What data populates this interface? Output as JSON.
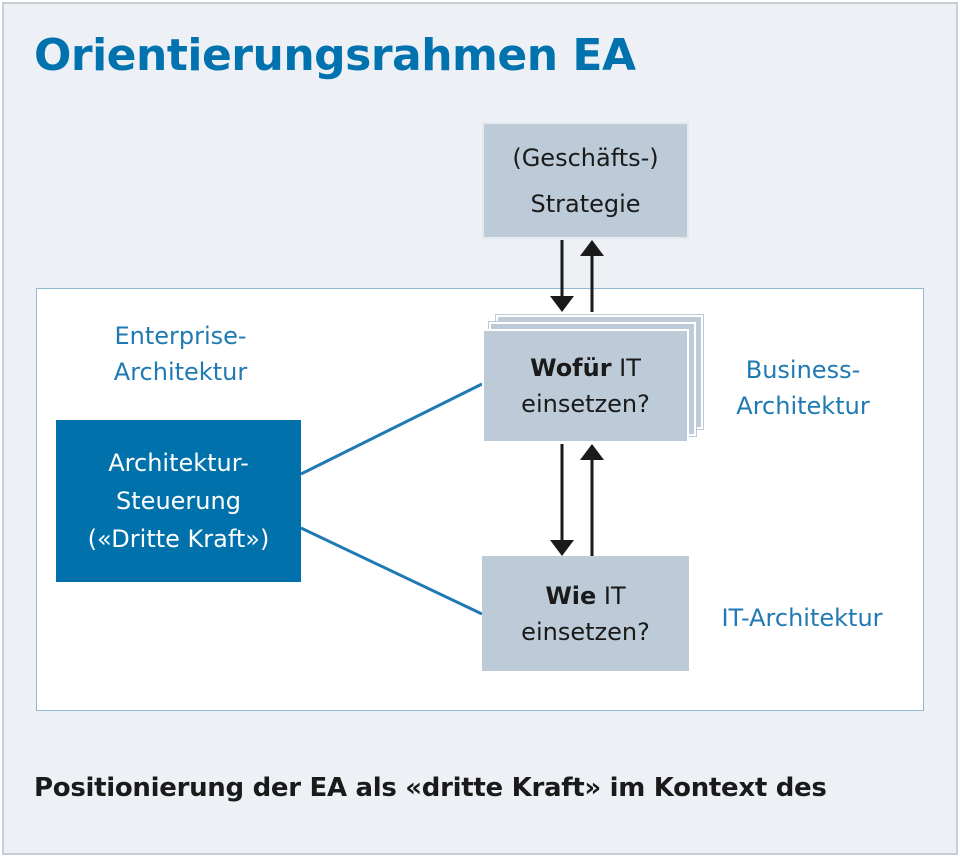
{
  "title": "Orientierungsrahmen EA",
  "boxes": {
    "strategy": {
      "line1": "(Geschäfts-)",
      "line2": "Strategie"
    },
    "wofuer": {
      "bold": "Wofür",
      "rest": " IT",
      "line2": "einsetzen?"
    },
    "wie": {
      "bold": "Wie",
      "rest": " IT",
      "line2": "einsetzen?"
    },
    "steuerung": {
      "line1": "Architektur-",
      "line2": "Steuerung",
      "line3": "(«Dritte Kraft»)"
    }
  },
  "labels": {
    "enterprise": {
      "line1": "Enterprise-",
      "line2": "Architektur"
    },
    "business": {
      "line1": "Business-",
      "line2": "Architektur"
    },
    "it": "IT-Architektur"
  },
  "caption": "Positionierung der EA als «dritte Kraft» im Kontext des",
  "colors": {
    "accent": "#0072ae",
    "box_grey": "#bccbd7",
    "box_blue": "#0071ab",
    "background": "#edf0f5"
  }
}
